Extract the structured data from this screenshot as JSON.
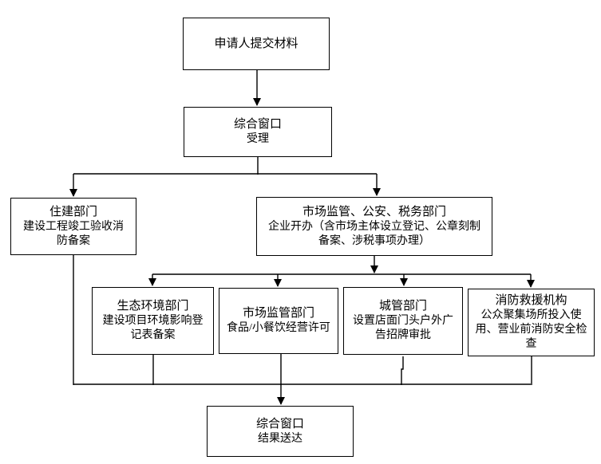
{
  "diagram": {
    "type": "flowchart",
    "colors": {
      "line": "#000000",
      "background": "#ffffff",
      "text": "#000000"
    },
    "nodes": [
      {
        "id": "applicant-submit",
        "title": "申请人提交材料",
        "body": ""
      },
      {
        "id": "window-acceptance",
        "title": "综合窗口",
        "body": "受理"
      },
      {
        "id": "housing-dept",
        "title": "住建部门",
        "body": "建设工程竣工验收消防备案"
      },
      {
        "id": "market-police-tax",
        "title": "市场监管、公安、税务部门",
        "body": "企业开办（含市场主体设立登记、公章刻制备案、涉税事项办理）"
      },
      {
        "id": "ecology-dept",
        "title": "生态环境部门",
        "body": "建设项目环境影响登记表备案"
      },
      {
        "id": "market-regulation",
        "title": "市场监管部门",
        "body": "食品/小餐饮经营许可"
      },
      {
        "id": "urban-mgmt-dept",
        "title": "城管部门",
        "body": "设置店面门头户外广告招牌审批"
      },
      {
        "id": "fire-rescue-org",
        "title": "消防救援机构",
        "body": "公众聚集场所投入使用、营业前消防安全检查"
      },
      {
        "id": "window-result",
        "title": "综合窗口",
        "body": "结果送达"
      }
    ]
  }
}
